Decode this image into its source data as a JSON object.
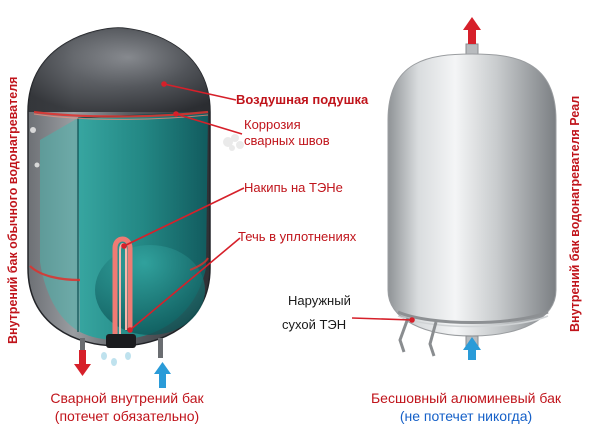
{
  "left_tank": {
    "vertical_label": "Внутрений бак обычного водонагревателя",
    "callouts": {
      "air_cushion": "Воздушная подушка",
      "corrosion_line1": "Коррозия",
      "corrosion_line2": "сварных швов",
      "scale": "Накипь на ТЭНе",
      "leak": "Течь в уплотнениях"
    },
    "caption_line1": "Сварной внутрений бак",
    "caption_line2": "(потечет обязательно)"
  },
  "right_tank": {
    "vertical_label": "Внутрений бак водонагревателя Реал",
    "callout_line1": "Наружный",
    "callout_line2": "сухой ТЭН",
    "caption_line1": "Бесшовный алюминевый бак",
    "caption_line2": "(не потечет никогда)"
  },
  "colors": {
    "label_red": "#c0141b",
    "label_blue": "#1560c8",
    "arrow_red": "#d6202a",
    "arrow_blue": "#2a9bd8",
    "water": "#1e8a86",
    "steel": "#b9bcbe",
    "dark_steel": "#4a4d52"
  }
}
